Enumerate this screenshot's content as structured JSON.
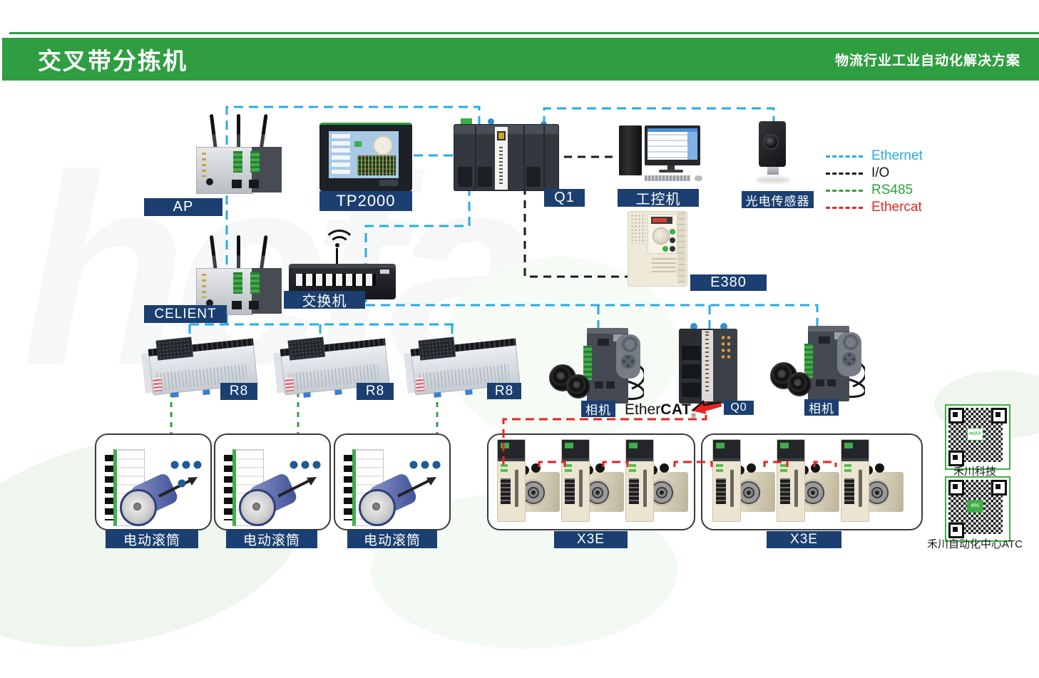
{
  "header": {
    "title": "交叉带分拣机",
    "subtitle": "物流行业工业自动化解决方案",
    "bar_color": "#2e9e41"
  },
  "labels": {
    "ap": "AP",
    "tp2000": "TP2000",
    "q1": "Q1",
    "ipc": "工控机",
    "photo_sensor": "光电传感器",
    "switch": "交换机",
    "celient": "CELIENT",
    "e380": "E380",
    "r8": [
      "R8",
      "R8",
      "R8"
    ],
    "camera_left": "相机",
    "q0": "Q0",
    "camera_right": "相机",
    "rollers": [
      "电动滚筒",
      "电动滚筒",
      "电动滚筒"
    ],
    "x3e": [
      "X3E",
      "X3E"
    ]
  },
  "legend": {
    "items": [
      {
        "label": "Ethernet",
        "color": "#29abe2",
        "style": "dashed"
      },
      {
        "label": "I/O",
        "color": "#1a1a1a",
        "style": "dashed"
      },
      {
        "label": "RS485",
        "color": "#2fa23c",
        "style": "dashed"
      },
      {
        "label": "Ethercat",
        "color": "#e8241f",
        "style": "dashed"
      }
    ]
  },
  "ethercat_logo": {
    "prefix": "Ether",
    "bold": "CAT",
    "registered": "®"
  },
  "qr_codes": {
    "top_caption": "禾川科技 HCFA",
    "bottom_caption": "禾川自动化中心ATC",
    "border_color": "#3fae49"
  },
  "colors": {
    "header_green": "#2e9e41",
    "label_navy": "#1b3f70",
    "ethernet_blue": "#29abe2",
    "io_black": "#1a1a1a",
    "rs485_green": "#2fa23c",
    "ethercat_red": "#e8241f"
  }
}
